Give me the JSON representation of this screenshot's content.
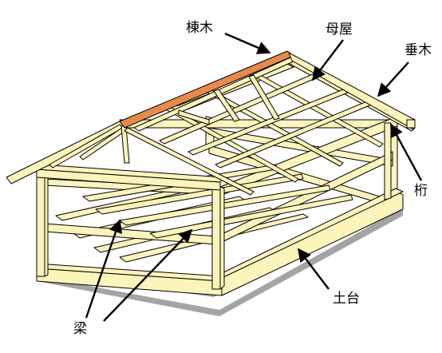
{
  "labels": {
    "munagi": "棟木",
    "moya": "母屋",
    "taruki": "垂木",
    "keta": "桁",
    "dodai": "土台",
    "hari": "梁"
  },
  "colors": {
    "timber": "#fbf4bb",
    "ridge": "#e88a4a",
    "shadow": "#a4a4a4",
    "outline": "#000000"
  }
}
